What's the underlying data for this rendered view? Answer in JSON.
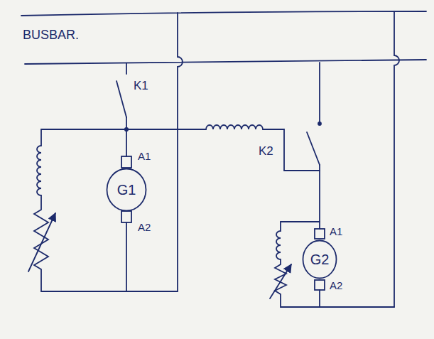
{
  "diagram": {
    "nodes": [
      {
        "text": [
          "G1"
        ]
      },
      {
        "text": [
          "G2"
        ]
      }
    ],
    "labels": [
      "BUSBAR.",
      "K1",
      "A1",
      "A2",
      "K2",
      "A1",
      "A2"
    ]
  }
}
